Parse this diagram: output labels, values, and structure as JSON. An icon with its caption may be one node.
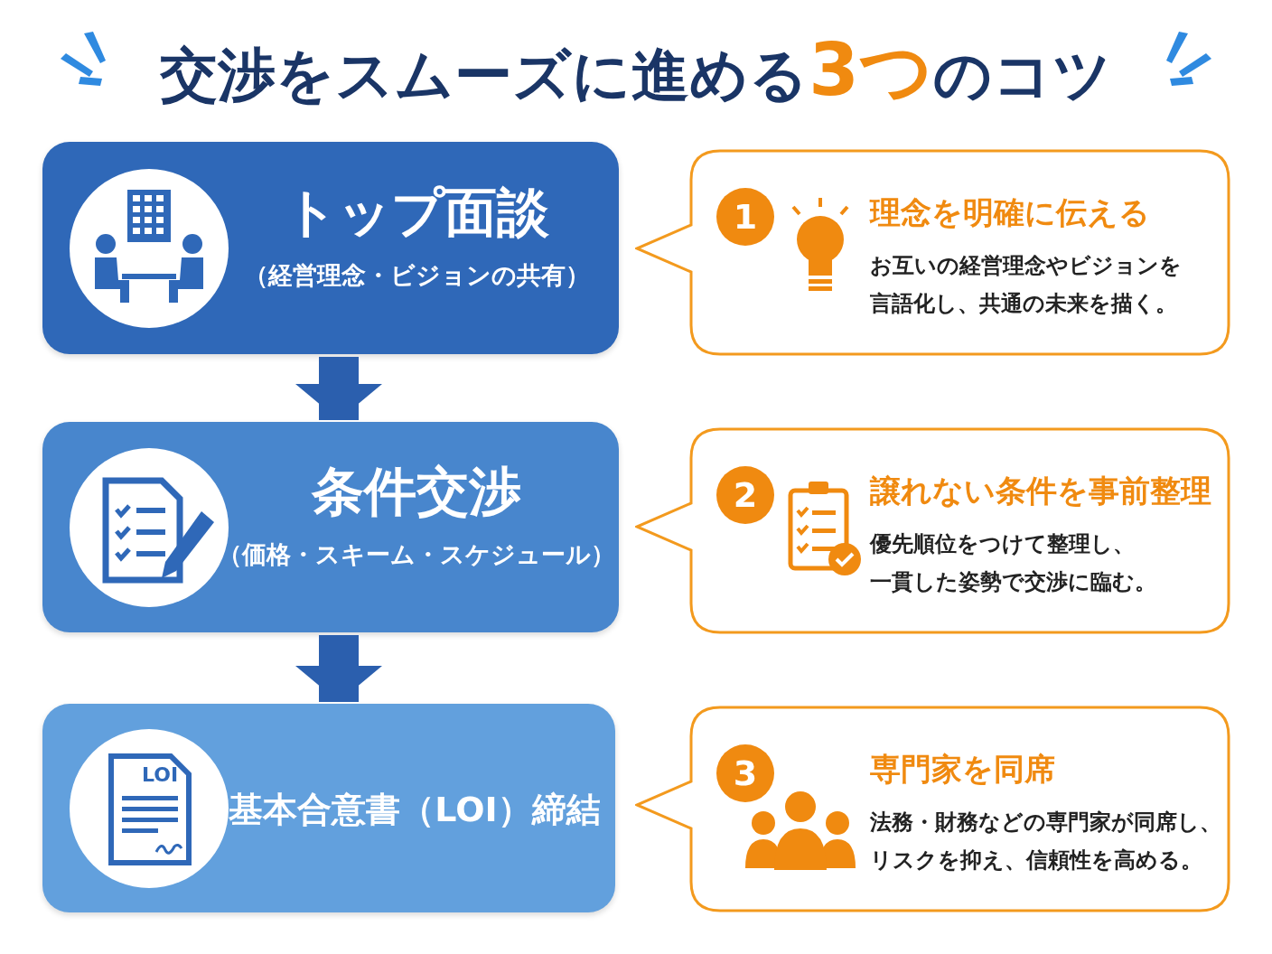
{
  "diagram": {
    "title": "交渉をスムーズに進める**3つ**のコツ",
    "nodes": [
      {
        "text": [
          "トップ面談",
          "（経営理念・ビジョンの共有）"
        ]
      },
      {
        "text": [
          "条件交渉",
          "（価格・スキーム・スケジュール）"
        ]
      },
      {
        "text": [
          "基本合意書（LOI）締結"
        ]
      },
      {
        "text": [
          "理念を明確に伝える",
          "お互いの経営理念やビジョンを言語化し、共通の未来を描く。"
        ]
      },
      {
        "text": [
          "1"
        ],
        "in": 3
      },
      {
        "text": [
          "譲れない条件を事前整理",
          "優先順位をつけて整理し、一貫した姿勢で交渉に臨む。"
        ]
      },
      {
        "text": [
          "2"
        ],
        "in": 5
      },
      {
        "text": [
          "専門家を同席",
          "法務・財務などの専門家が同席し、リスクを抑え、信頼性を高める。"
        ]
      },
      {
        "text": [
          "3"
        ],
        "in": 7
      }
    ],
    "edges": [
      {
        "from": 0,
        "to": 1,
        "arrow": "to"
      },
      {
        "from": 1,
        "to": 2,
        "arrow": "to"
      }
    ],
    "labels": [
      "LOI"
    ]
  }
}
